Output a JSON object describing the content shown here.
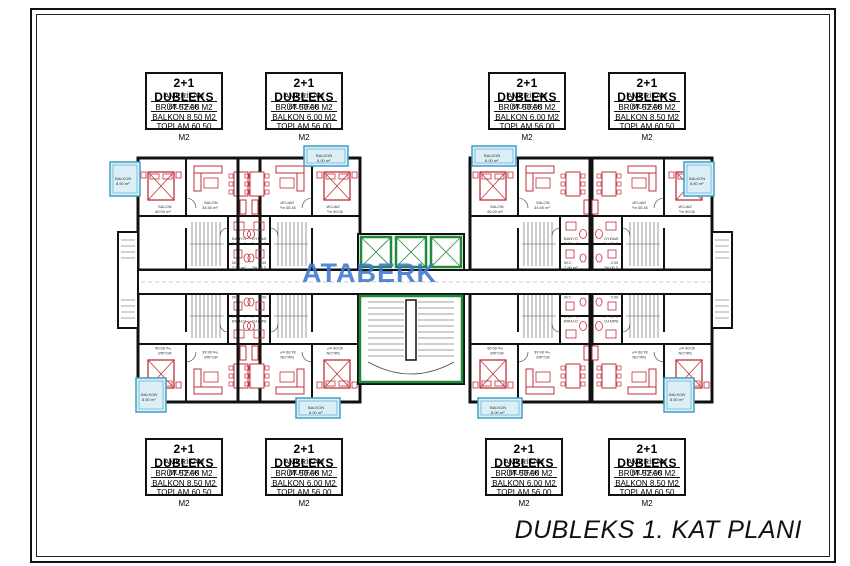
{
  "unit_boxes": [
    {
      "title": "2+1 DUBLEKS",
      "kitchen": "AMERİKAN MUTFAK",
      "gross": "BRÜT 52.00 M2",
      "balcony": "BALKON 8.50 M2",
      "total": "TOPLAM 60.50 M2"
    },
    {
      "title": "2+1 DUBLEKS",
      "kitchen": "AMERİKAN MUTFAK",
      "gross": "BRÜT 50.00 M2",
      "balcony": "BALKON 6.00 M2",
      "total": "TOPLAM 56.00 M2"
    },
    {
      "title": "2+1 DUBLEKS",
      "kitchen": "AMERİKAN MUTFAK",
      "gross": "BRÜT 50.00 M2",
      "balcony": "BALKON 6.00 M2",
      "total": "TOPLAM 56.00 M2"
    },
    {
      "title": "2+1 DUBLEKS",
      "kitchen": "AMERİKAN MUTFAK",
      "gross": "BRÜT 52.00 M2",
      "balcony": "BALKON 8.50 M2",
      "total": "TOPLAM 60.50 M2"
    },
    {
      "title": "2+1 DUBLEKS",
      "kitchen": "AMERİKAN MUTFAK",
      "gross": "BRÜT 52.00 M2",
      "balcony": "BALKON 8.50 M2",
      "total": "TOPLAM 60.50 M2"
    },
    {
      "title": "2+1 DUBLEKS",
      "kitchen": "AMERİKAN MUTFAK",
      "gross": "BRÜT 50.00 M2",
      "balcony": "BALKON 6.00 M2",
      "total": "TOPLAM 56.00 M2"
    },
    {
      "title": "2+1 DUBLEKS",
      "kitchen": "AMERİKAN MUTFAK",
      "gross": "BRÜT 50.00 M2",
      "balcony": "BALKON 6.00 M2",
      "total": "TOPLAM 56.00 M2"
    },
    {
      "title": "2+1 DUBLEKS",
      "kitchen": "AMERİKAN MUTFAK",
      "gross": "BRÜT 52.00 M2",
      "balcony": "BALKON 8.50 M2",
      "total": "TOPLAM 60.50 M2"
    }
  ],
  "plan_title": "DUBLEKS 1. KAT PLANI",
  "watermark": "ATABERK",
  "room_labels": {
    "salon_a": "SALON",
    "salon_a_area": "40.00 m²",
    "salon_b": "SALON",
    "salon_b_area": "34.50 m²",
    "balkon": "BALKON",
    "balkon_a_area": "8.50 m²",
    "balkon_b_area": "6.00 m²",
    "banyo": "BANYO",
    "banyo_area": "3.60 m²",
    "wc": "W.C.",
    "wc_area": "2.90 m²"
  },
  "colors": {
    "wall": "#111111",
    "furniture": "#c0303a",
    "glazing": "#3fa0c8",
    "stair_green": "#1e8a3a",
    "water": "#b9dcec"
  }
}
